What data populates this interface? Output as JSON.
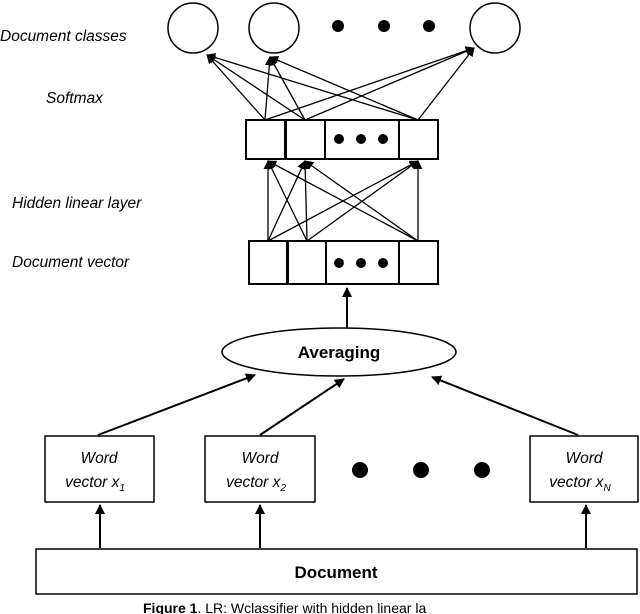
{
  "labels": {
    "document_classes": "Document classes",
    "softmax": "Softmax",
    "hidden_linear_layer": "Hidden linear layer",
    "document_vector": "Document vector"
  },
  "averaging": "Averaging",
  "document": "Document",
  "word_vectors": [
    {
      "line1": "Word",
      "line2": "vector x",
      "subscript": "1"
    },
    {
      "line1": "Word",
      "line2": "vector x",
      "subscript": "2"
    },
    {
      "line1": "Word",
      "line2": "vector x",
      "subscript": "N"
    }
  ],
  "caption": {
    "bold": "Figure 1",
    "text": ". LR: Wclassifier with hidden linear la"
  }
}
